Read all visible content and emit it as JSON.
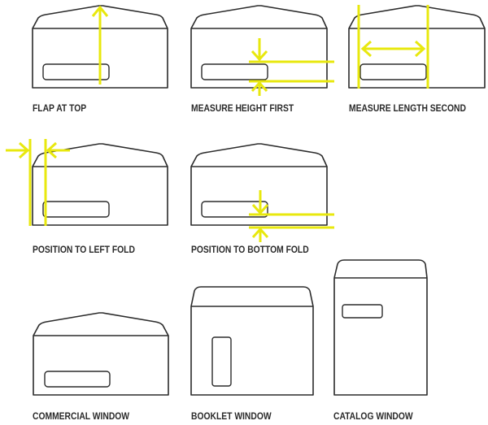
{
  "colors": {
    "outline": "#2b2b2b",
    "guide": "#e8e80e",
    "background": "#ffffff",
    "label": "#2a2a2a"
  },
  "panels": [
    {
      "id": "flap-at-top",
      "label": "FLAP AT TOP",
      "envelope_type": "commercial",
      "guide": "vertical-arrow-up"
    },
    {
      "id": "measure-height-first",
      "label": "MEASURE HEIGHT FIRST",
      "envelope_type": "commercial",
      "guide": "height-arrows-with-horizontal-lines"
    },
    {
      "id": "measure-length-second",
      "label": "MEASURE LENGTH SECOND",
      "envelope_type": "commercial",
      "guide": "double-arrow-between-vertical-lines"
    },
    {
      "id": "position-to-left-fold",
      "label": "POSITION TO LEFT FOLD",
      "envelope_type": "commercial",
      "guide": "inward-arrows-with-vertical-lines"
    },
    {
      "id": "position-to-bottom-fold",
      "label": "POSITION TO BOTTOM FOLD",
      "envelope_type": "commercial",
      "guide": "inward-arrows-with-horizontal-lines"
    },
    {
      "id": "commercial-window",
      "label": "COMMERCIAL WINDOW",
      "envelope_type": "commercial",
      "guide": "none"
    },
    {
      "id": "booklet-window",
      "label": "BOOKLET WINDOW",
      "envelope_type": "booklet",
      "guide": "none"
    },
    {
      "id": "catalog-window",
      "label": "CATALOG WINDOW",
      "envelope_type": "catalog",
      "guide": "none"
    }
  ]
}
